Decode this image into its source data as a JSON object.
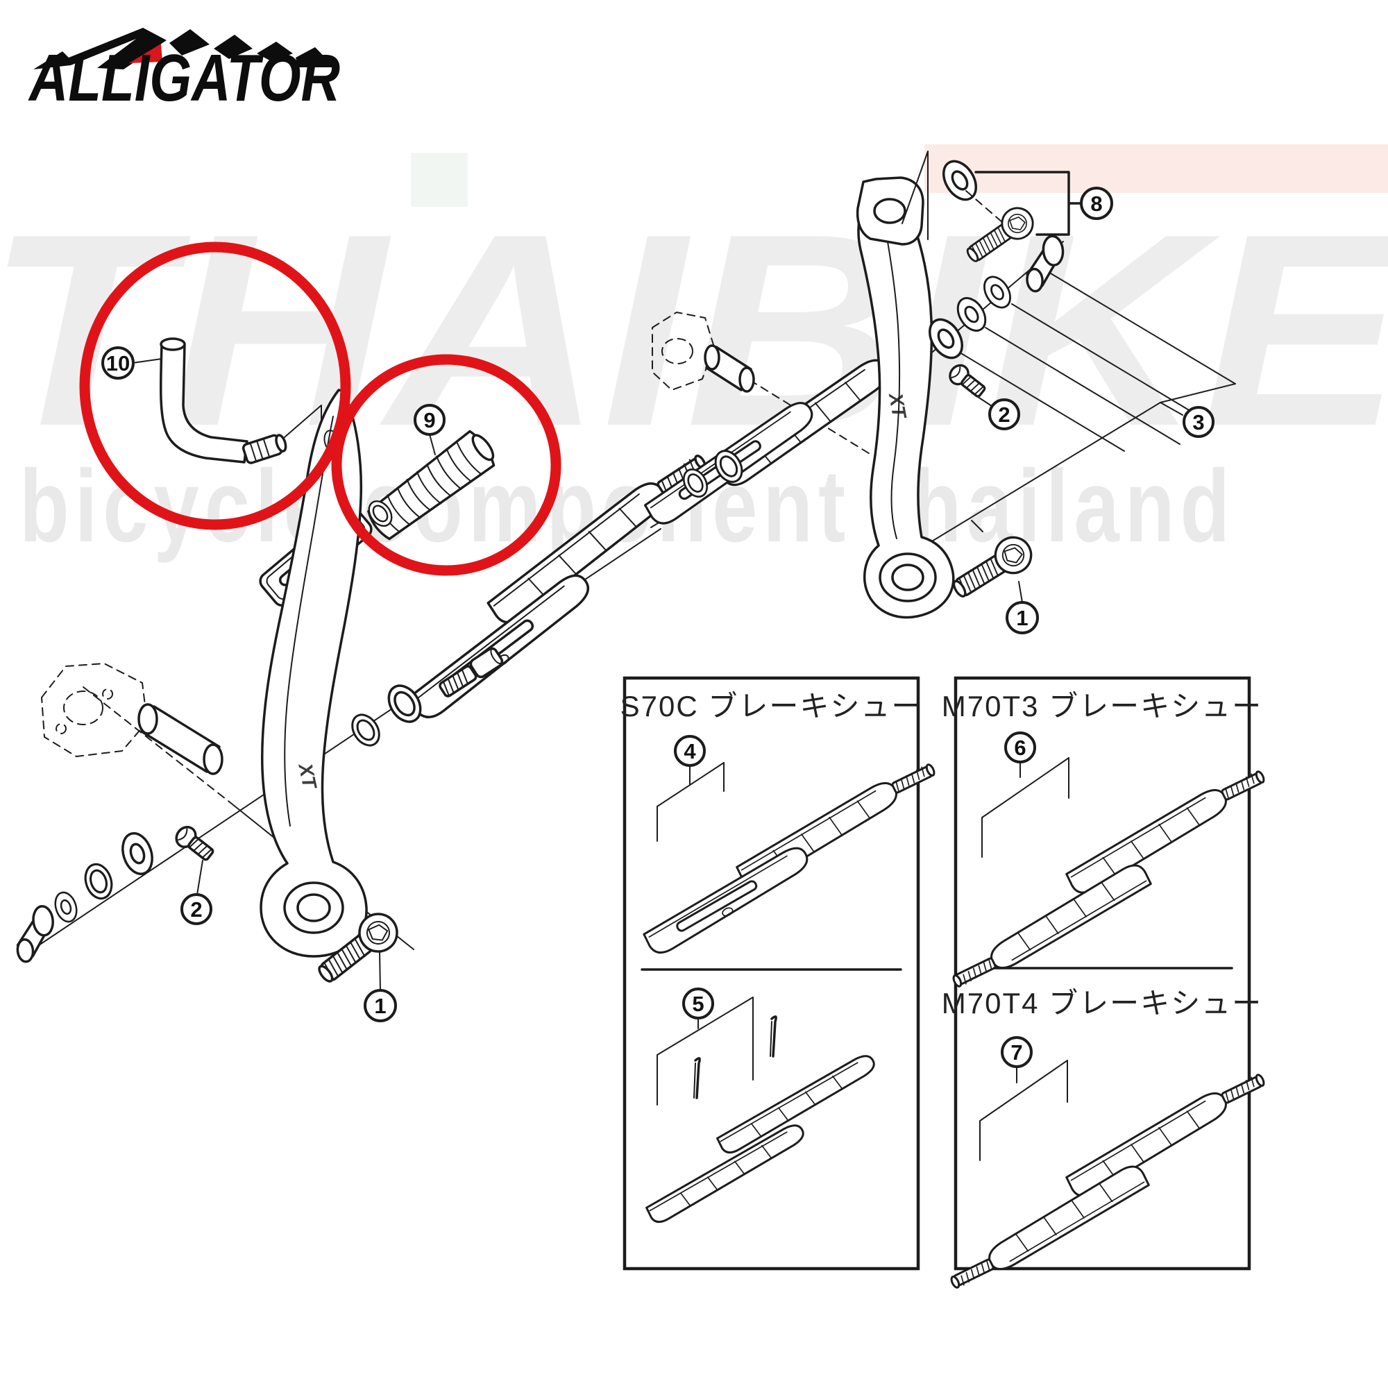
{
  "brand": {
    "name": "ALLIGATOR"
  },
  "watermark": {
    "line1": "THAIBIKE",
    "line2": "bicycle component thailand"
  },
  "callouts": {
    "n1": "1",
    "n2": "2",
    "n3": "3",
    "n4": "4",
    "n5": "5",
    "n6": "6",
    "n7": "7",
    "n8": "8",
    "n9": "9",
    "n10": "10"
  },
  "boxes": {
    "s70c_title": "S70C ブレーキシュー",
    "m70t3_title": "M70T3 ブレーキシュー",
    "m70t4_title": "M70T4 ブレーキシュー"
  },
  "arm_marking": "XT",
  "colors": {
    "red": "#e01418",
    "pink_band": "#fceae6",
    "pale_square": "#f2f6f2",
    "watermark_big": "#ededed",
    "watermark_small": "#e9e9e9",
    "line": "#1c1c1c"
  }
}
